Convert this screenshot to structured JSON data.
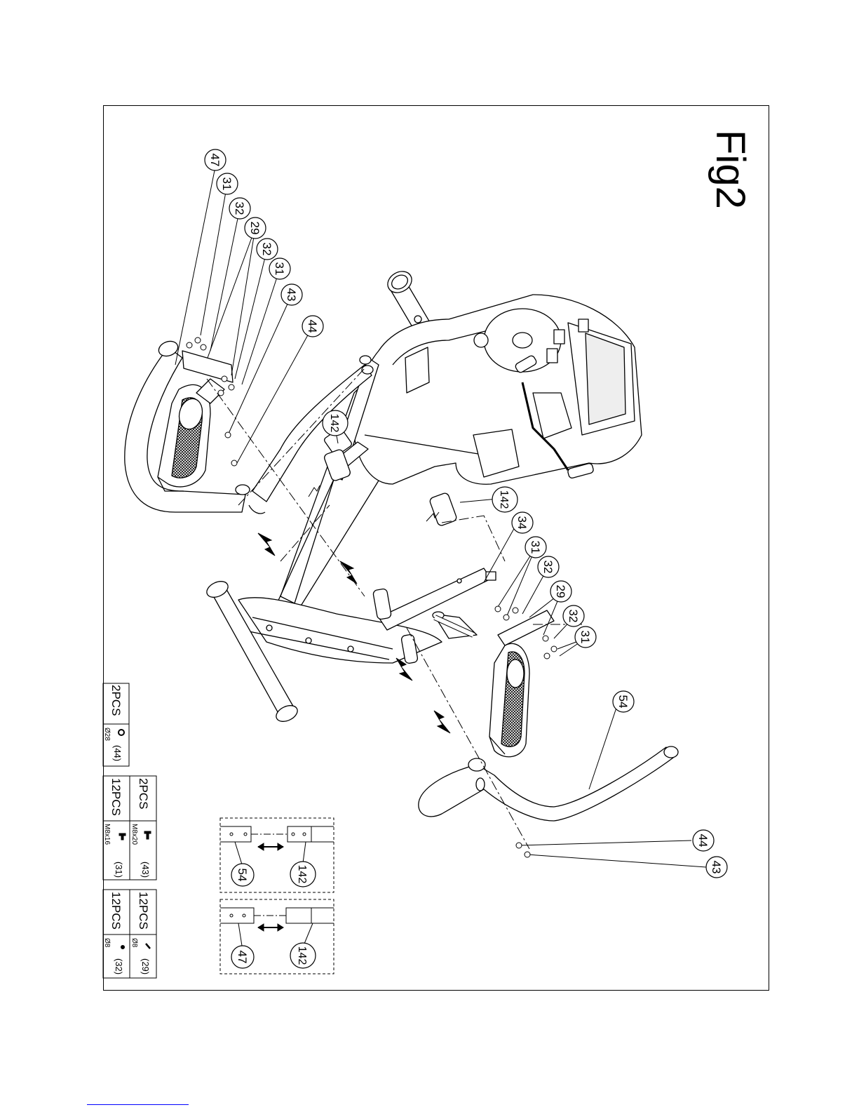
{
  "figure": {
    "title": "Fig2"
  },
  "callouts": [
    "47",
    "31",
    "32",
    "29",
    "32",
    "31",
    "43",
    "44",
    "142",
    "142",
    "34",
    "31",
    "32",
    "29",
    "32",
    "31",
    "54",
    "44",
    "43"
  ],
  "hardware": [
    {
      "qty": "2PCS",
      "spec": "Ø28",
      "ref": "(44)"
    },
    {
      "qty": "2PCS",
      "spec": "M8x20",
      "ref": "(43)"
    },
    {
      "qty": "12PCS",
      "spec": "M8x16",
      "ref": "(31)"
    },
    {
      "qty": "12PCS",
      "spec": "Ø8",
      "ref": "(29)"
    },
    {
      "qty": "12PCS",
      "spec": "Ø8",
      "ref": "(32)"
    }
  ],
  "details": [
    {
      "left": "54",
      "right": "142"
    },
    {
      "left": "47",
      "right": "142"
    }
  ],
  "colors": {
    "line": "#000000",
    "fill": "#ffffff",
    "pad": "#2a2a2a",
    "link": "#0000ff"
  }
}
